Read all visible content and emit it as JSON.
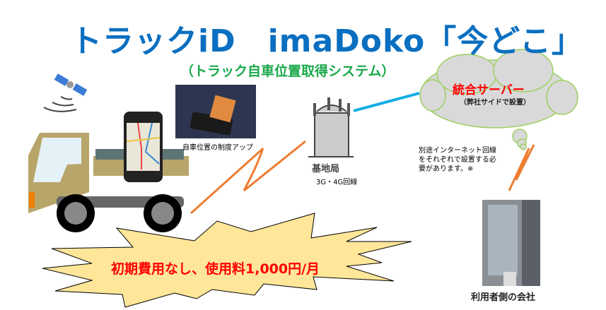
{
  "header": {
    "title": "トラックiD　imaDoko「今どこ」",
    "subtitle": "（トラック自車位置取得システム）"
  },
  "device": {
    "caption": "自車位置の制度アップ"
  },
  "base_station": {
    "label": "基地局",
    "lines": "3G・4G回線"
  },
  "server": {
    "title": "統合サーバー",
    "subtitle": "（弊社サイドで設置）"
  },
  "note": "別途インターネット回線をそれぞれで設置する必要があります。※",
  "promo": "初期費用なし、使用料1,000円/月",
  "company": {
    "label": "利用者側の会社"
  },
  "colors": {
    "title": "#0a6fc0",
    "subtitle": "#1aa84a",
    "promo": "#ff0000",
    "link": "#ed7d31",
    "cloud": "#d9d9d9"
  }
}
